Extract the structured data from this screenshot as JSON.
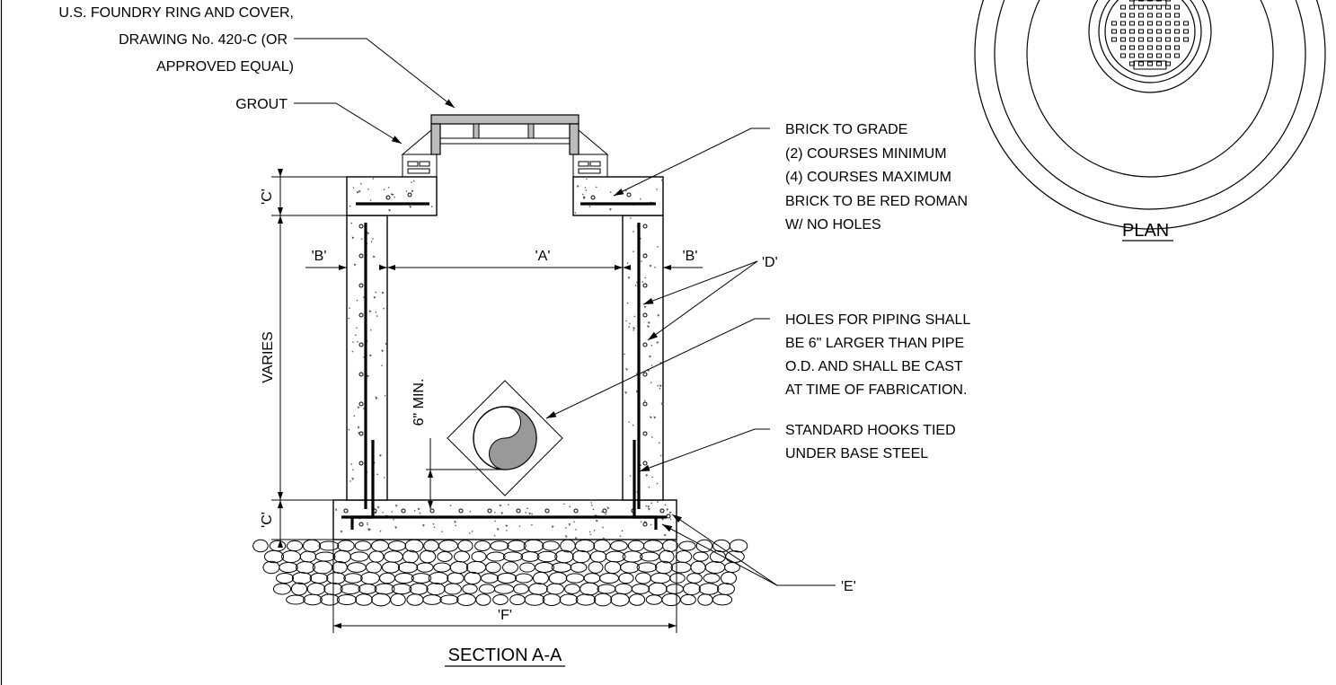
{
  "labels": {
    "ring_cover_1": "U.S. FOUNDRY RING AND COVER,",
    "ring_cover_2": "DRAWING No. 420-C (OR",
    "ring_cover_3": "APPROVED EQUAL)",
    "grout": "GROUT",
    "brick_1": "BRICK TO GRADE",
    "brick_2": "(2) COURSES MINIMUM",
    "brick_3": "(4) COURSES MAXIMUM",
    "brick_4": "BRICK TO BE RED ROMAN",
    "brick_5": "W/ NO HOLES",
    "d_ref": "'D'",
    "holes_1": "HOLES FOR PIPING SHALL",
    "holes_2": "BE 6\" LARGER THAN PIPE",
    "holes_3": "O.D. AND SHALL BE CAST",
    "holes_4": "AT TIME OF FABRICATION.",
    "hooks_1": "STANDARD HOOKS TIED",
    "hooks_2": "UNDER BASE STEEL",
    "e_ref": "'E'"
  },
  "dimensions": {
    "c_top": "'C'",
    "c_bottom": "'C'",
    "b_left": "'B'",
    "b_right": "'B'",
    "a_width": "'A'",
    "varies": "VARIES",
    "six_min": "6\" MIN.",
    "f_width": "'F'"
  },
  "titles": {
    "section": "SECTION A-A",
    "plan": "PLAN"
  }
}
